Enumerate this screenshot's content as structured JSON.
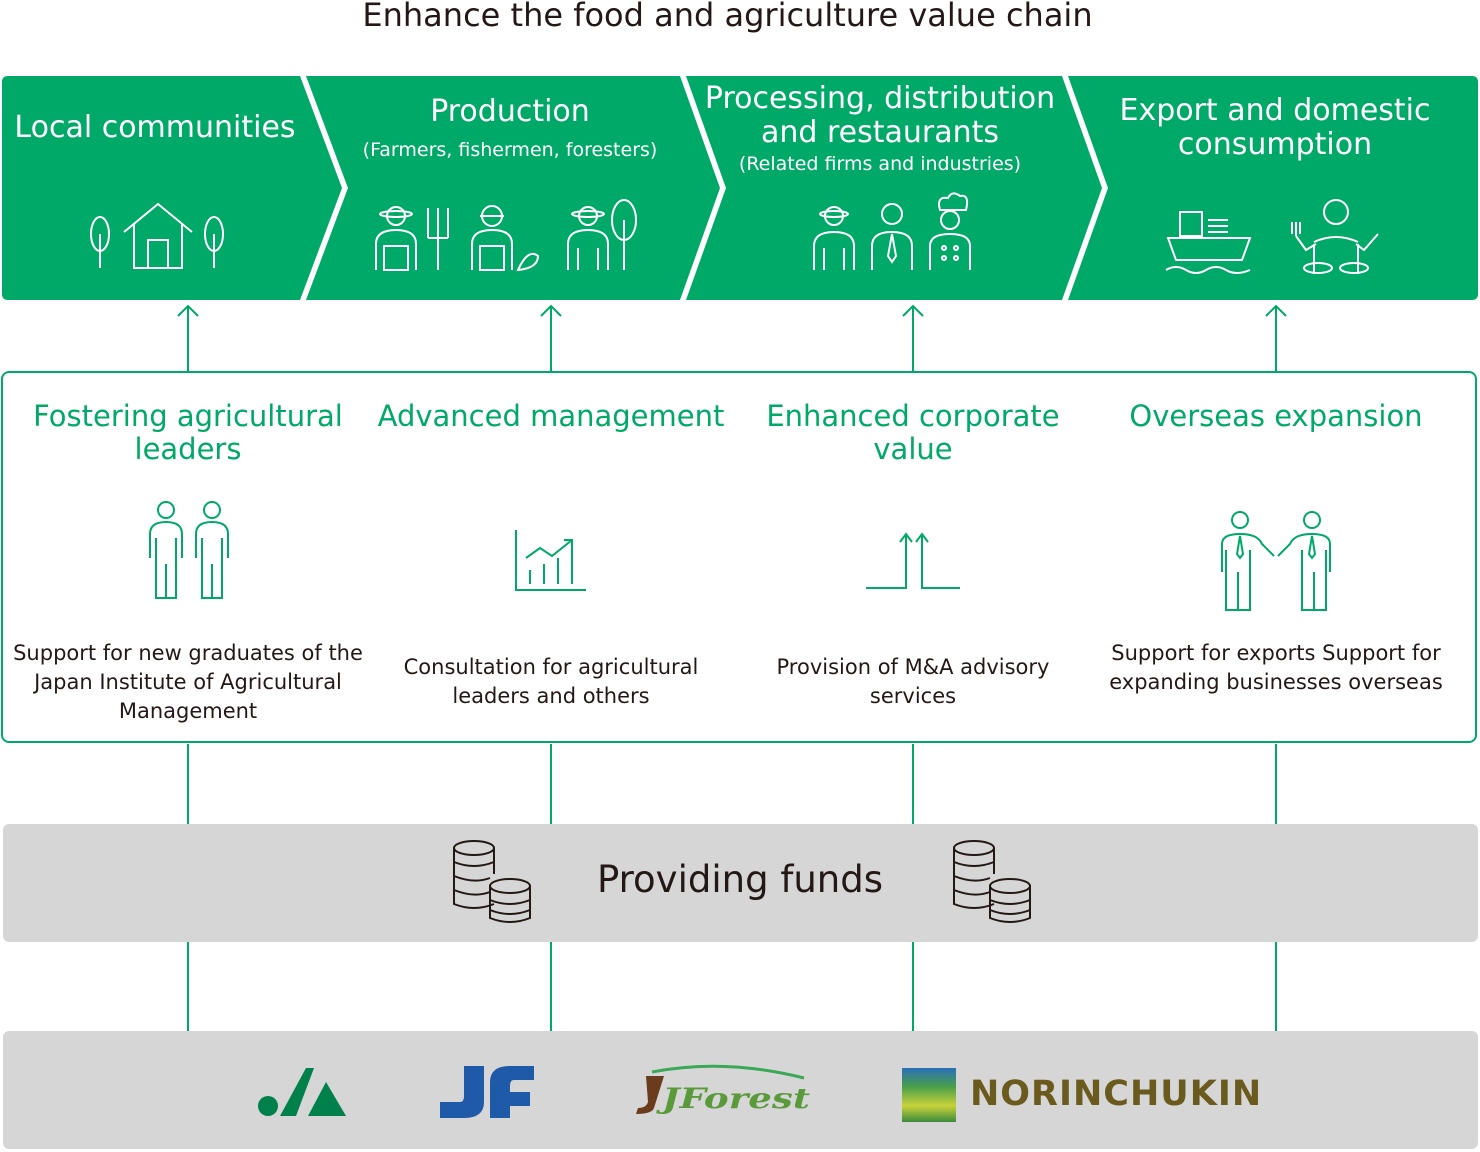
{
  "title": "Enhance the food and agriculture value chain",
  "colors": {
    "brand_green": "#00a968",
    "band_gray": "#d6d6d6",
    "text_dark": "#231815",
    "ja_blue": "#1f5aa8",
    "norinchukin_brown": "#6b5a1e"
  },
  "stages": [
    {
      "title": "Local communities",
      "subtitle": "",
      "icons": [
        "tree-icon",
        "house-icon",
        "tree-icon"
      ]
    },
    {
      "title": "Production",
      "subtitle": "(Farmers, fishermen, foresters)",
      "icons": [
        "farmer-icon",
        "fisherman-icon",
        "forester-icon"
      ]
    },
    {
      "title": "Processing, distribution and restaurants",
      "subtitle": "(Related firms and industries)",
      "icons": [
        "worker-icon",
        "businessman-icon",
        "chef-icon"
      ]
    },
    {
      "title": "Export and domestic consumption",
      "subtitle": "",
      "icons": [
        "ship-icon",
        "diner-icon"
      ]
    }
  ],
  "pillars": [
    {
      "title": "Fostering agricultural leaders",
      "description": "Support for new graduates of the Japan Institute of Agricultural Management",
      "icon": "two-people-icon"
    },
    {
      "title": "Advanced management",
      "description": "Consultation for agricultural leaders and others",
      "icon": "growth-chart-icon"
    },
    {
      "title": "Enhanced corporate value",
      "description": "Provision of M&A advisory services",
      "icon": "merger-arrows-icon"
    },
    {
      "title": "Overseas expansion",
      "description": "Support for exports Support for expanding businesses overseas",
      "icon": "handshake-icon"
    }
  ],
  "funds": {
    "label": "Providing funds",
    "icon": "coins-icon"
  },
  "logos": [
    {
      "name": "JA",
      "text": ""
    },
    {
      "name": "JF",
      "text": ""
    },
    {
      "name": "JForest",
      "text": "JForest"
    },
    {
      "name": "Norinchukin",
      "text": "NORINCHUKIN"
    }
  ]
}
